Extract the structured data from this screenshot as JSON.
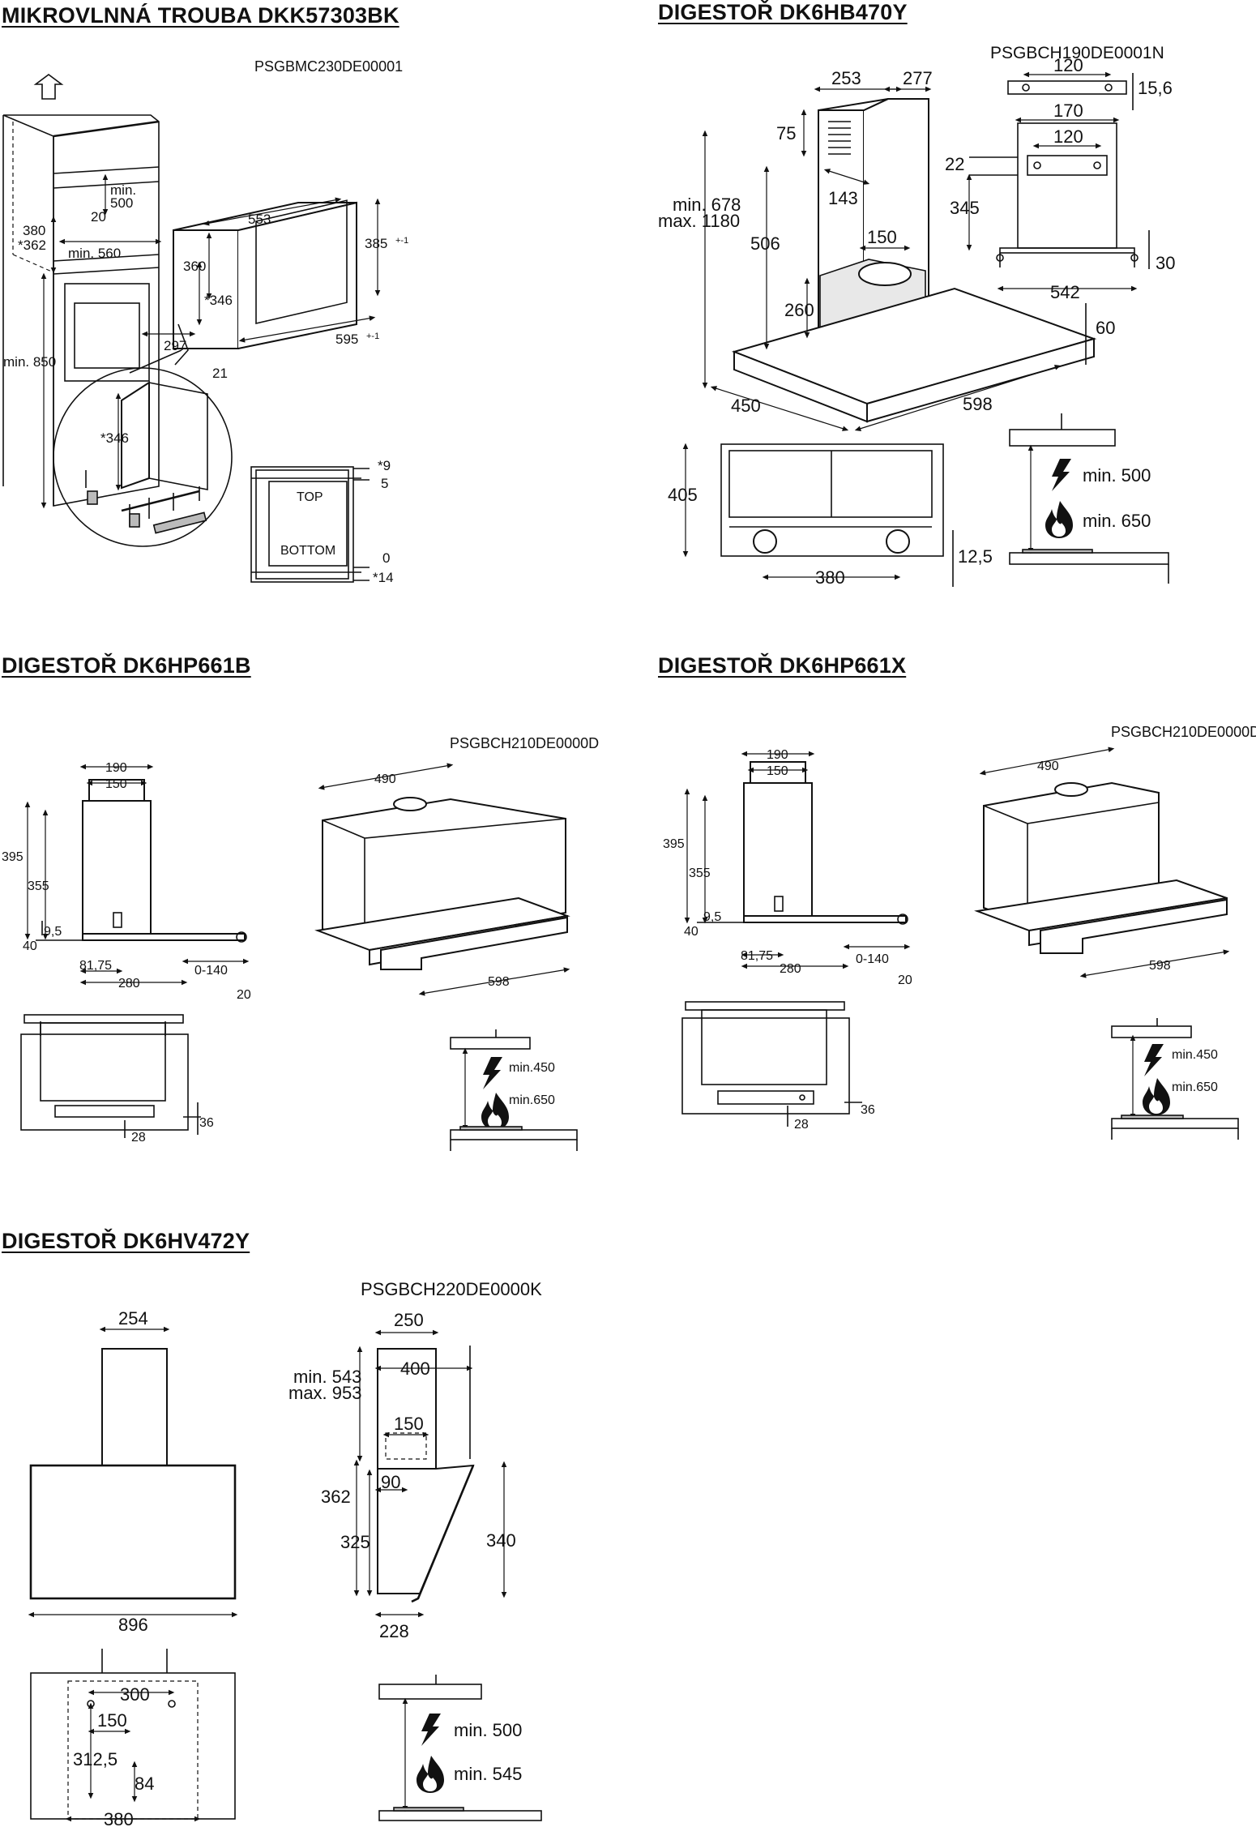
{
  "sections": {
    "microwave": {
      "title": "MIKROVLNNÁ TROUBA DKK57303BK",
      "code": "PSGBMC230DE00001"
    },
    "dk6hb470y": {
      "title": "DIGESTOŘ DK6HB470Y",
      "code": "PSGBCH190DE0001N"
    },
    "dk6hp661b": {
      "title": "DIGESTOŘ DK6HP661B",
      "code": "PSGBCH210DE0000D"
    },
    "dk6hp661x": {
      "title": "DIGESTOŘ DK6HP661X",
      "code": "PSGBCH210DE0000D"
    },
    "dk6hv472y": {
      "title": "DIGESTOŘ DK6HV472Y",
      "code": "PSGBCH220DE0000K"
    }
  },
  "dims": {
    "mw": {
      "min500": "min.\n500",
      "d20": "20",
      "d380": "380",
      "d362": "*362",
      "min560": "min. 560",
      "d553": "553",
      "d360": "360",
      "d346": "*346",
      "d385": "385",
      "tol": "+-1",
      "d595": "595",
      "d297": "297",
      "d21": "21",
      "min850": "min. 850",
      "d346b": "*346",
      "top": "TOP",
      "bottom": "BOTTOM",
      "d9": "*9",
      "d5": "5",
      "d0": "0",
      "d14": "*14"
    },
    "hb": {
      "d253": "253",
      "d277": "277",
      "d75": "75",
      "d143": "143",
      "min678": "min. 678",
      "max1180": "max. 1180",
      "d506": "506",
      "d150": "150",
      "d260": "260",
      "d450": "450",
      "d598": "598",
      "d60": "60",
      "d120": "120",
      "d15_6": "15,6",
      "d170": "170",
      "d120b": "120",
      "d22": "22",
      "d345": "345",
      "d542": "542",
      "d30": "30",
      "d405": "405",
      "d380": "380",
      "d12_5": "12,5",
      "min500": "min. 500",
      "min650": "min. 650"
    },
    "hpb": {
      "d190": "190",
      "d150": "150",
      "d395": "395",
      "d355": "355",
      "d9_5": "9,5",
      "d40": "40",
      "d81_75": "81,75",
      "d280": "280",
      "d0_140": "0-140",
      "d20": "20",
      "d490": "490",
      "d598": "598",
      "d36": "36",
      "d28": "28",
      "min450": "min.450",
      "min650": "min.650"
    },
    "hpx": {
      "d190": "190",
      "d150": "150",
      "d395": "395",
      "d355": "355",
      "d9_5": "9,5",
      "d40": "40",
      "d81_75": "81,75",
      "d280": "280",
      "d0_140": "0-140",
      "d20": "20",
      "d490": "490",
      "d598": "598",
      "d36": "36",
      "d28": "28",
      "min450": "min.450",
      "min650": "min.650"
    },
    "hv": {
      "d254": "254",
      "d896": "896",
      "d300": "300",
      "d150": "150",
      "d312_5": "312,5",
      "d84": "84",
      "d380": "380",
      "d250": "250",
      "d400": "400",
      "min543": "min. 543",
      "max953": "max. 953",
      "d150b": "150",
      "d90": "90",
      "d362": "362",
      "d325": "325",
      "d340": "340",
      "d228": "228",
      "min500": "min. 500",
      "min545": "min. 545"
    }
  }
}
